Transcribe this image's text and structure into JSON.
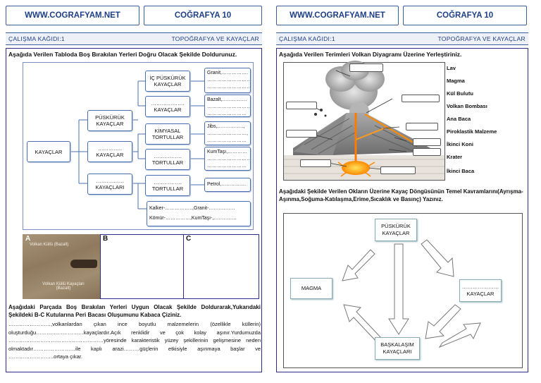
{
  "left": {
    "site": "WWW.COGRAFYAM.NET",
    "course": "COĞRAFYA 10",
    "sheet": "ÇALIŞMA KAĞIDI:1",
    "topic": "TOPOĞRAFYA VE KAYAÇLAR",
    "instruction1": "Aşağıda Verilen Tabloda Boş Bırakılan Yerleri  Doğru Olacak Şekilde Doldurunuz.",
    "root": "KAYAÇLAR",
    "pusk": "PÜSKÜRÜK KAYAÇLAR",
    "mid": "………….. KAYAÇLAR",
    "mid_dots": "…………..",
    "mid_label": "KAYAÇLAR",
    "lower_dots": "…………….",
    "lower_label": "KAYAÇLARI",
    "ic_pusk": "İÇ PÜSKÜRÜK KAYAÇLAR",
    "k2_dots": "……………….",
    "k2_label": "KAYAÇLAR",
    "kimyasal": "KİMYASAL TORTULLAR",
    "t1_dots": "…………….",
    "t1_label": "TORTULLAR",
    "t2_dots": "…………….",
    "t2_label": "TORTULLAR",
    "a1": [
      "Granit,…………….",
      "……………………….",
      "……………………….."
    ],
    "a2": [
      "Bazalt,……………",
      "………………………",
      "……………………"
    ],
    "a3": [
      "Jibs,…………….,",
      "……………………,",
      "……………………"
    ],
    "a4": [
      "KumTaşı,…………",
      "………………………",
      "……………………"
    ],
    "a5": [
      "Petrol,……………"
    ],
    "bottom_answers": [
      "Kalker-……………..,Granit-…………….",
      "Kömür-……………,KumTaşı-,………….."
    ],
    "photo_letters": [
      "A",
      "B",
      "C"
    ],
    "photo_label1": "Volkan Küllü (Bazalt)",
    "photo_label2": "Volkan Küllü Kayaçları (Bazalt)",
    "instruction2": "Aşağıdaki Parçada Boş Bırakılan Yerleri Uygun Olacak Şekilde Doldurarak,Yukarıdaki Şekildeki B-C Kutularına Peri Bacası Oluşumunu Kabaca Çiziniz.",
    "paragraph": "……………………,volkanlardan çıkan ince boyutlu malzemelerin (özellikle küllerin) oluşturduğu………………………kayaçlardır.Açık renklidir ve çok kolay aşınır.Yurdumuzda ………………………………………………yöresinde karakteristik yüzey şekillerinin gelişmesine neden olmaktadır……………………ile kaplı arazi………güçlerin etkisiyle aşınmaya başlar ve ……………………..ortaya çıkar."
  },
  "right": {
    "site": "WWW.COGRAFYAM.NET",
    "course": "COĞRAFYA 10",
    "sheet": "ÇALIŞMA KAĞIDI:1",
    "topic": "TOPOĞRAFYA VE KAYAÇLAR",
    "instruction1": "Aşağıda  Verilen Terimleri  Volkan Diyagramı Üzerine Yerleştiriniz.",
    "terms": [
      "Lav",
      "Magma",
      "Kül Bulutu",
      "Volkan Bombası",
      "Ana Baca",
      "Piroklastik Malzeme",
      "İkinci Koni",
      "Krater",
      "İkinci Baca"
    ],
    "instruction2": "Aşağıdaki Şekilde Verilen Okların Üzerine Kayaç Döngüsünün Temel Kavramlarını(Ayrışma-Aşınma,Soğuma-Katılaşma,Erime,Sıcaklık ve Basınç) Yazınız.",
    "cycle_top": "PÜSKÜRÜK KAYAÇLAR",
    "cycle_left": "MAGMA",
    "cycle_right_dots": "…………………",
    "cycle_right": "KAYAÇLAR",
    "cycle_bottom": "BAŞKALAŞIM KAYAÇLARI"
  }
}
